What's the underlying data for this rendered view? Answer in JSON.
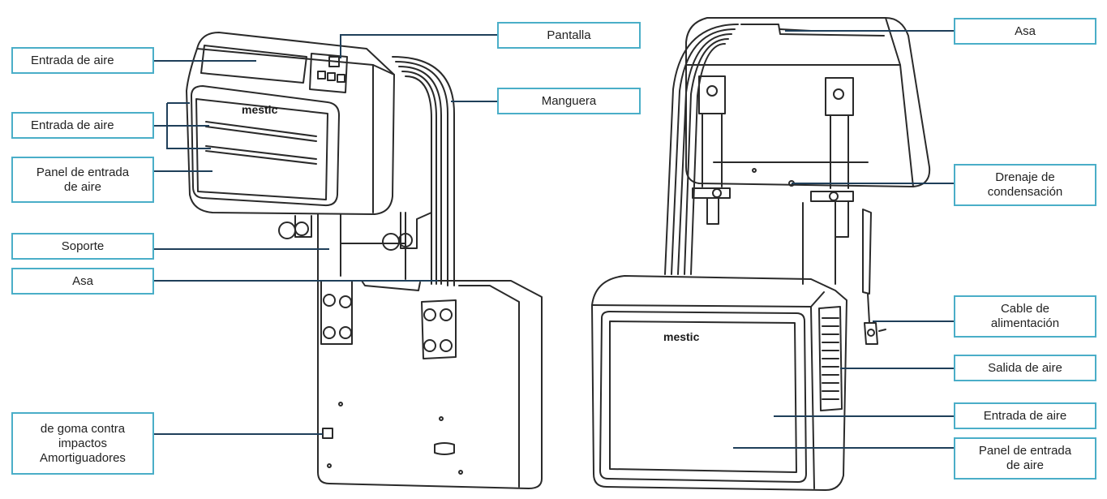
{
  "brand": "mestic",
  "labels": {
    "entrada_aire_top": "Entrada de aire",
    "entrada_aire_front": "Entrada de aire",
    "panel_entrada_left": "Panel de entrada\nde aire",
    "soporte": "Soporte",
    "asa_left": "Asa",
    "amortiguadores": "de goma contra\nimpactos\nAmortiguadores",
    "pantalla": "Pantalla",
    "manguera": "Manguera",
    "asa_right": "Asa",
    "drenaje": "Drenaje de\ncondensación",
    "cable": "Cable de\nalimentación",
    "salida_aire": "Salida de aire",
    "entrada_aire_right": "Entrada de aire",
    "panel_entrada_right": "Panel de entrada\nde aire"
  },
  "colors": {
    "callout": "#4aaec8",
    "leader": "#1f3f5a",
    "drawing": "#2a2a2a"
  }
}
